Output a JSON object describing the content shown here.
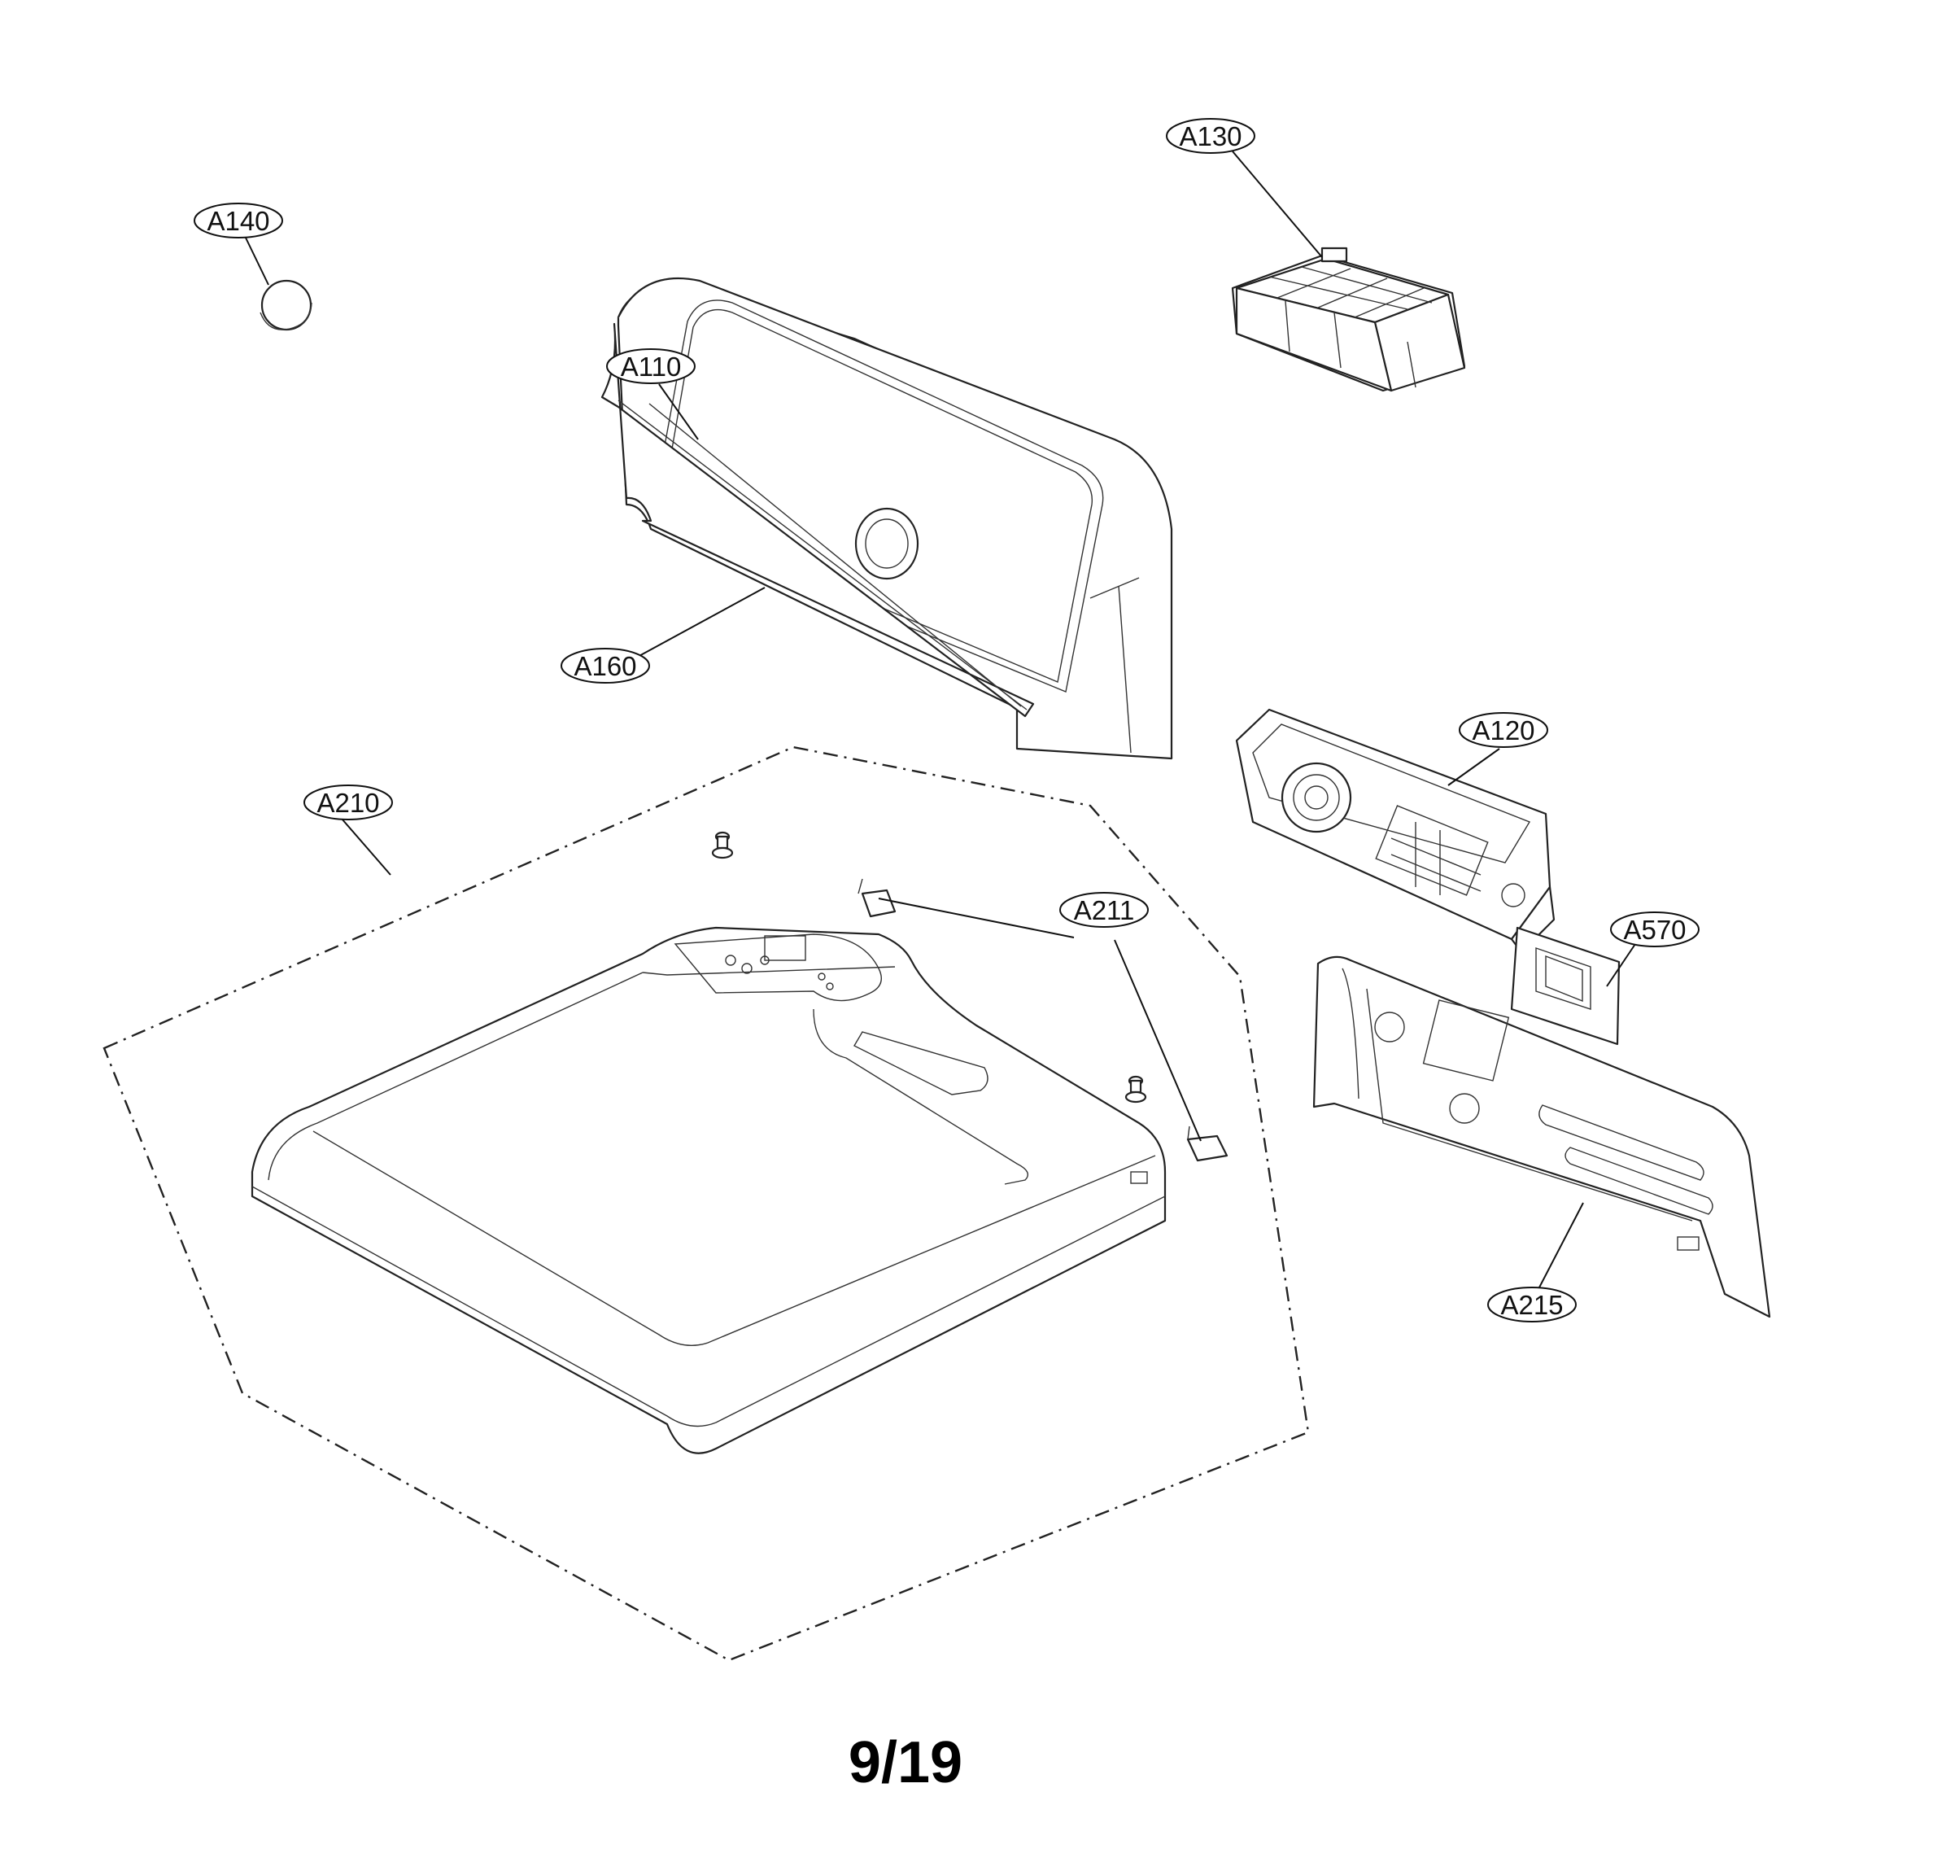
{
  "diagram": {
    "callouts": {
      "a140": "A140",
      "a130": "A130",
      "a110": "A110",
      "a160": "A160",
      "a210": "A210",
      "a211": "A211",
      "a120": "A120",
      "a570": "A570",
      "a215": "A215"
    },
    "page_number": "9/19"
  }
}
